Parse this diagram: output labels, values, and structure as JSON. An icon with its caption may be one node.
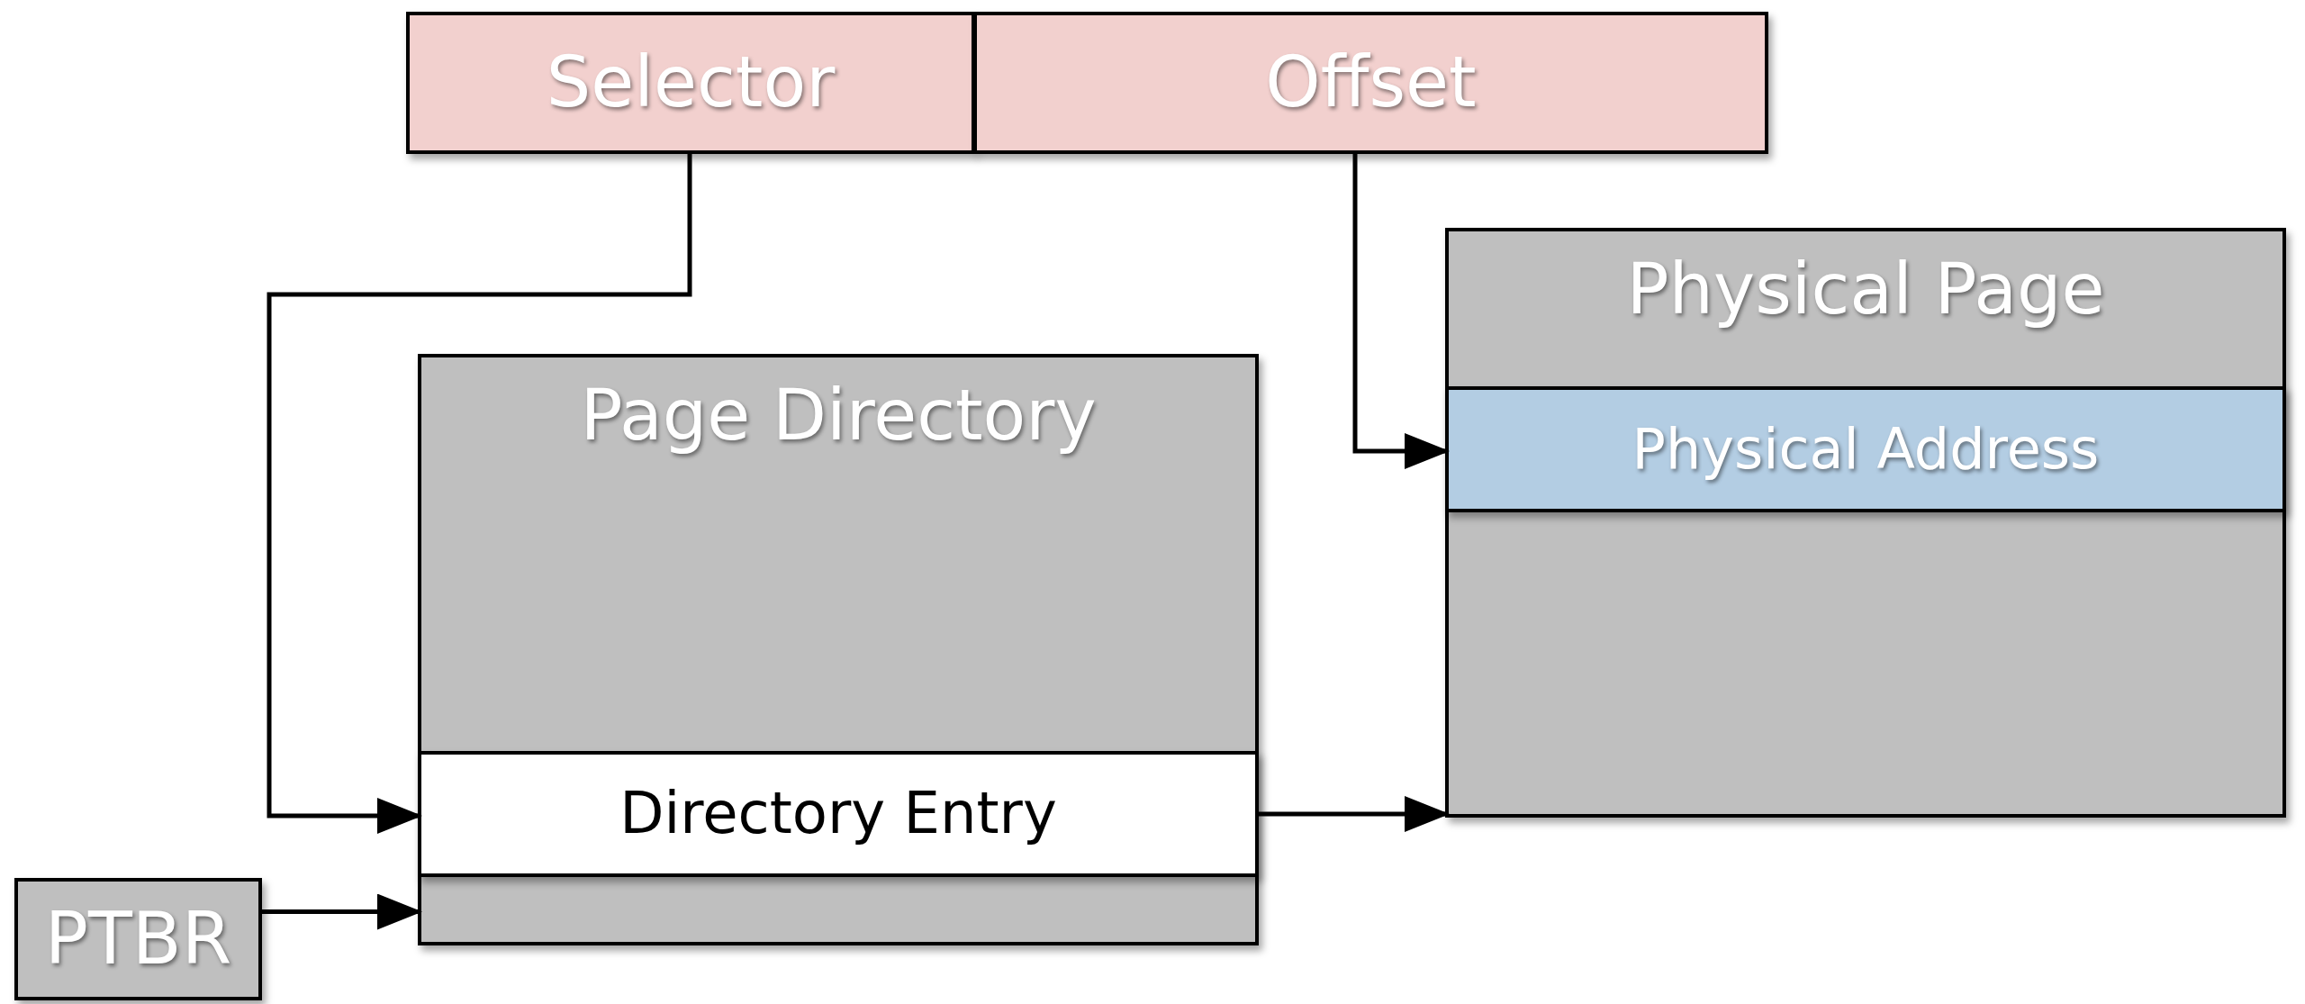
{
  "diagram": {
    "nodes": [
      {
        "text": [
          "Selector"
        ]
      },
      {
        "text": [
          "Offset"
        ]
      },
      {
        "text": [
          "Physical Page"
        ]
      },
      {
        "text": [
          "Physical Address"
        ],
        "in": 2
      },
      {
        "text": [
          "Page Directory"
        ]
      },
      {
        "text": [
          "Directory Entry"
        ],
        "in": 4
      },
      {
        "text": [
          "PTBR"
        ]
      }
    ],
    "edges": [
      {
        "from": 0,
        "to": 5,
        "arrow": "to"
      },
      {
        "from": 1,
        "to": 3,
        "arrow": "to"
      },
      {
        "from": 5,
        "to": 2,
        "arrow": "to"
      },
      {
        "from": 6,
        "to": 4,
        "arrow": "to"
      }
    ]
  }
}
